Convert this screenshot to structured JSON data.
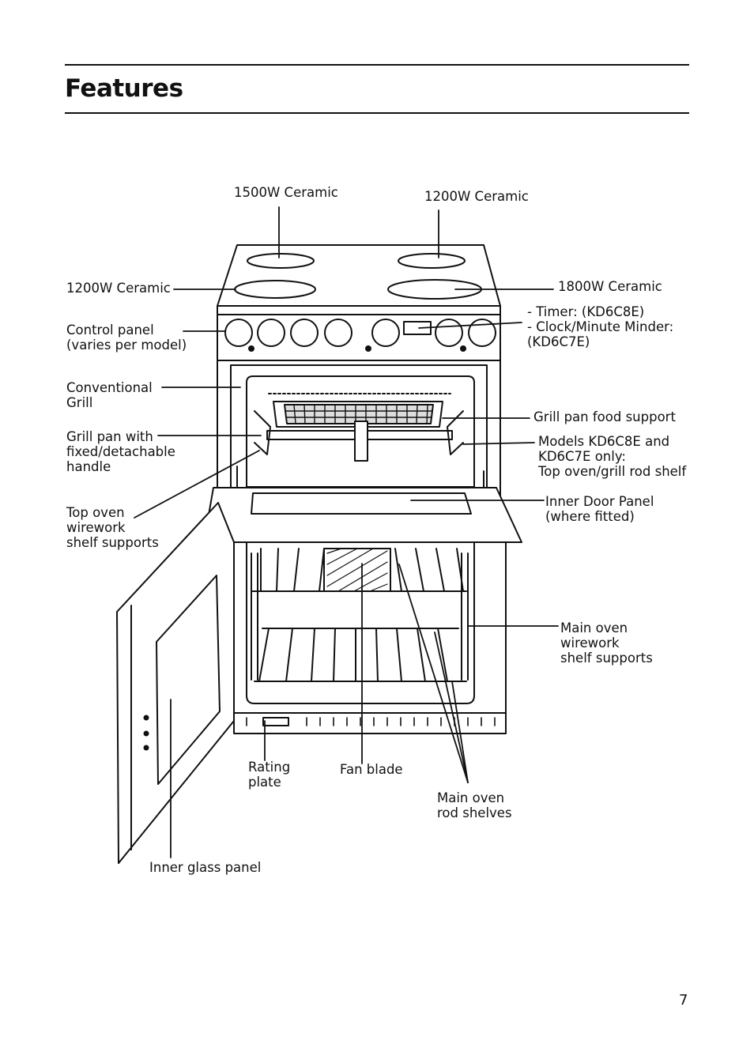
{
  "page": {
    "title": "Features",
    "page_number": "7"
  },
  "labels": {
    "hob_rear_left": "1500W Ceramic",
    "hob_rear_right": "1200W Ceramic",
    "hob_front_left": "1200W Ceramic",
    "hob_front_right": "1800W Ceramic",
    "timer": "- Timer: (KD6C8E)\n- Clock/Minute Minder:\n(KD6C7E)",
    "control_panel": "Control panel\n(varies per model)",
    "conventional_grill": "Conventional\nGrill",
    "grill_pan": "Grill pan with\nfixed/detachable\nhandle",
    "top_oven_supports": "Top oven\nwirework\nshelf supports",
    "grill_pan_food_support": "Grill pan food support",
    "top_oven_rod_shelf": "Models KD6C8E and\nKD6C7E only:\nTop oven/grill rod shelf",
    "inner_door_panel": "Inner Door Panel\n(where fitted)",
    "main_oven_supports": "Main oven\nwirework\nshelf supports",
    "rating_plate": "Rating\nplate",
    "fan_blade": "Fan blade",
    "main_oven_rod_shelves": "Main oven\nrod shelves",
    "inner_glass_panel": "Inner glass panel"
  }
}
